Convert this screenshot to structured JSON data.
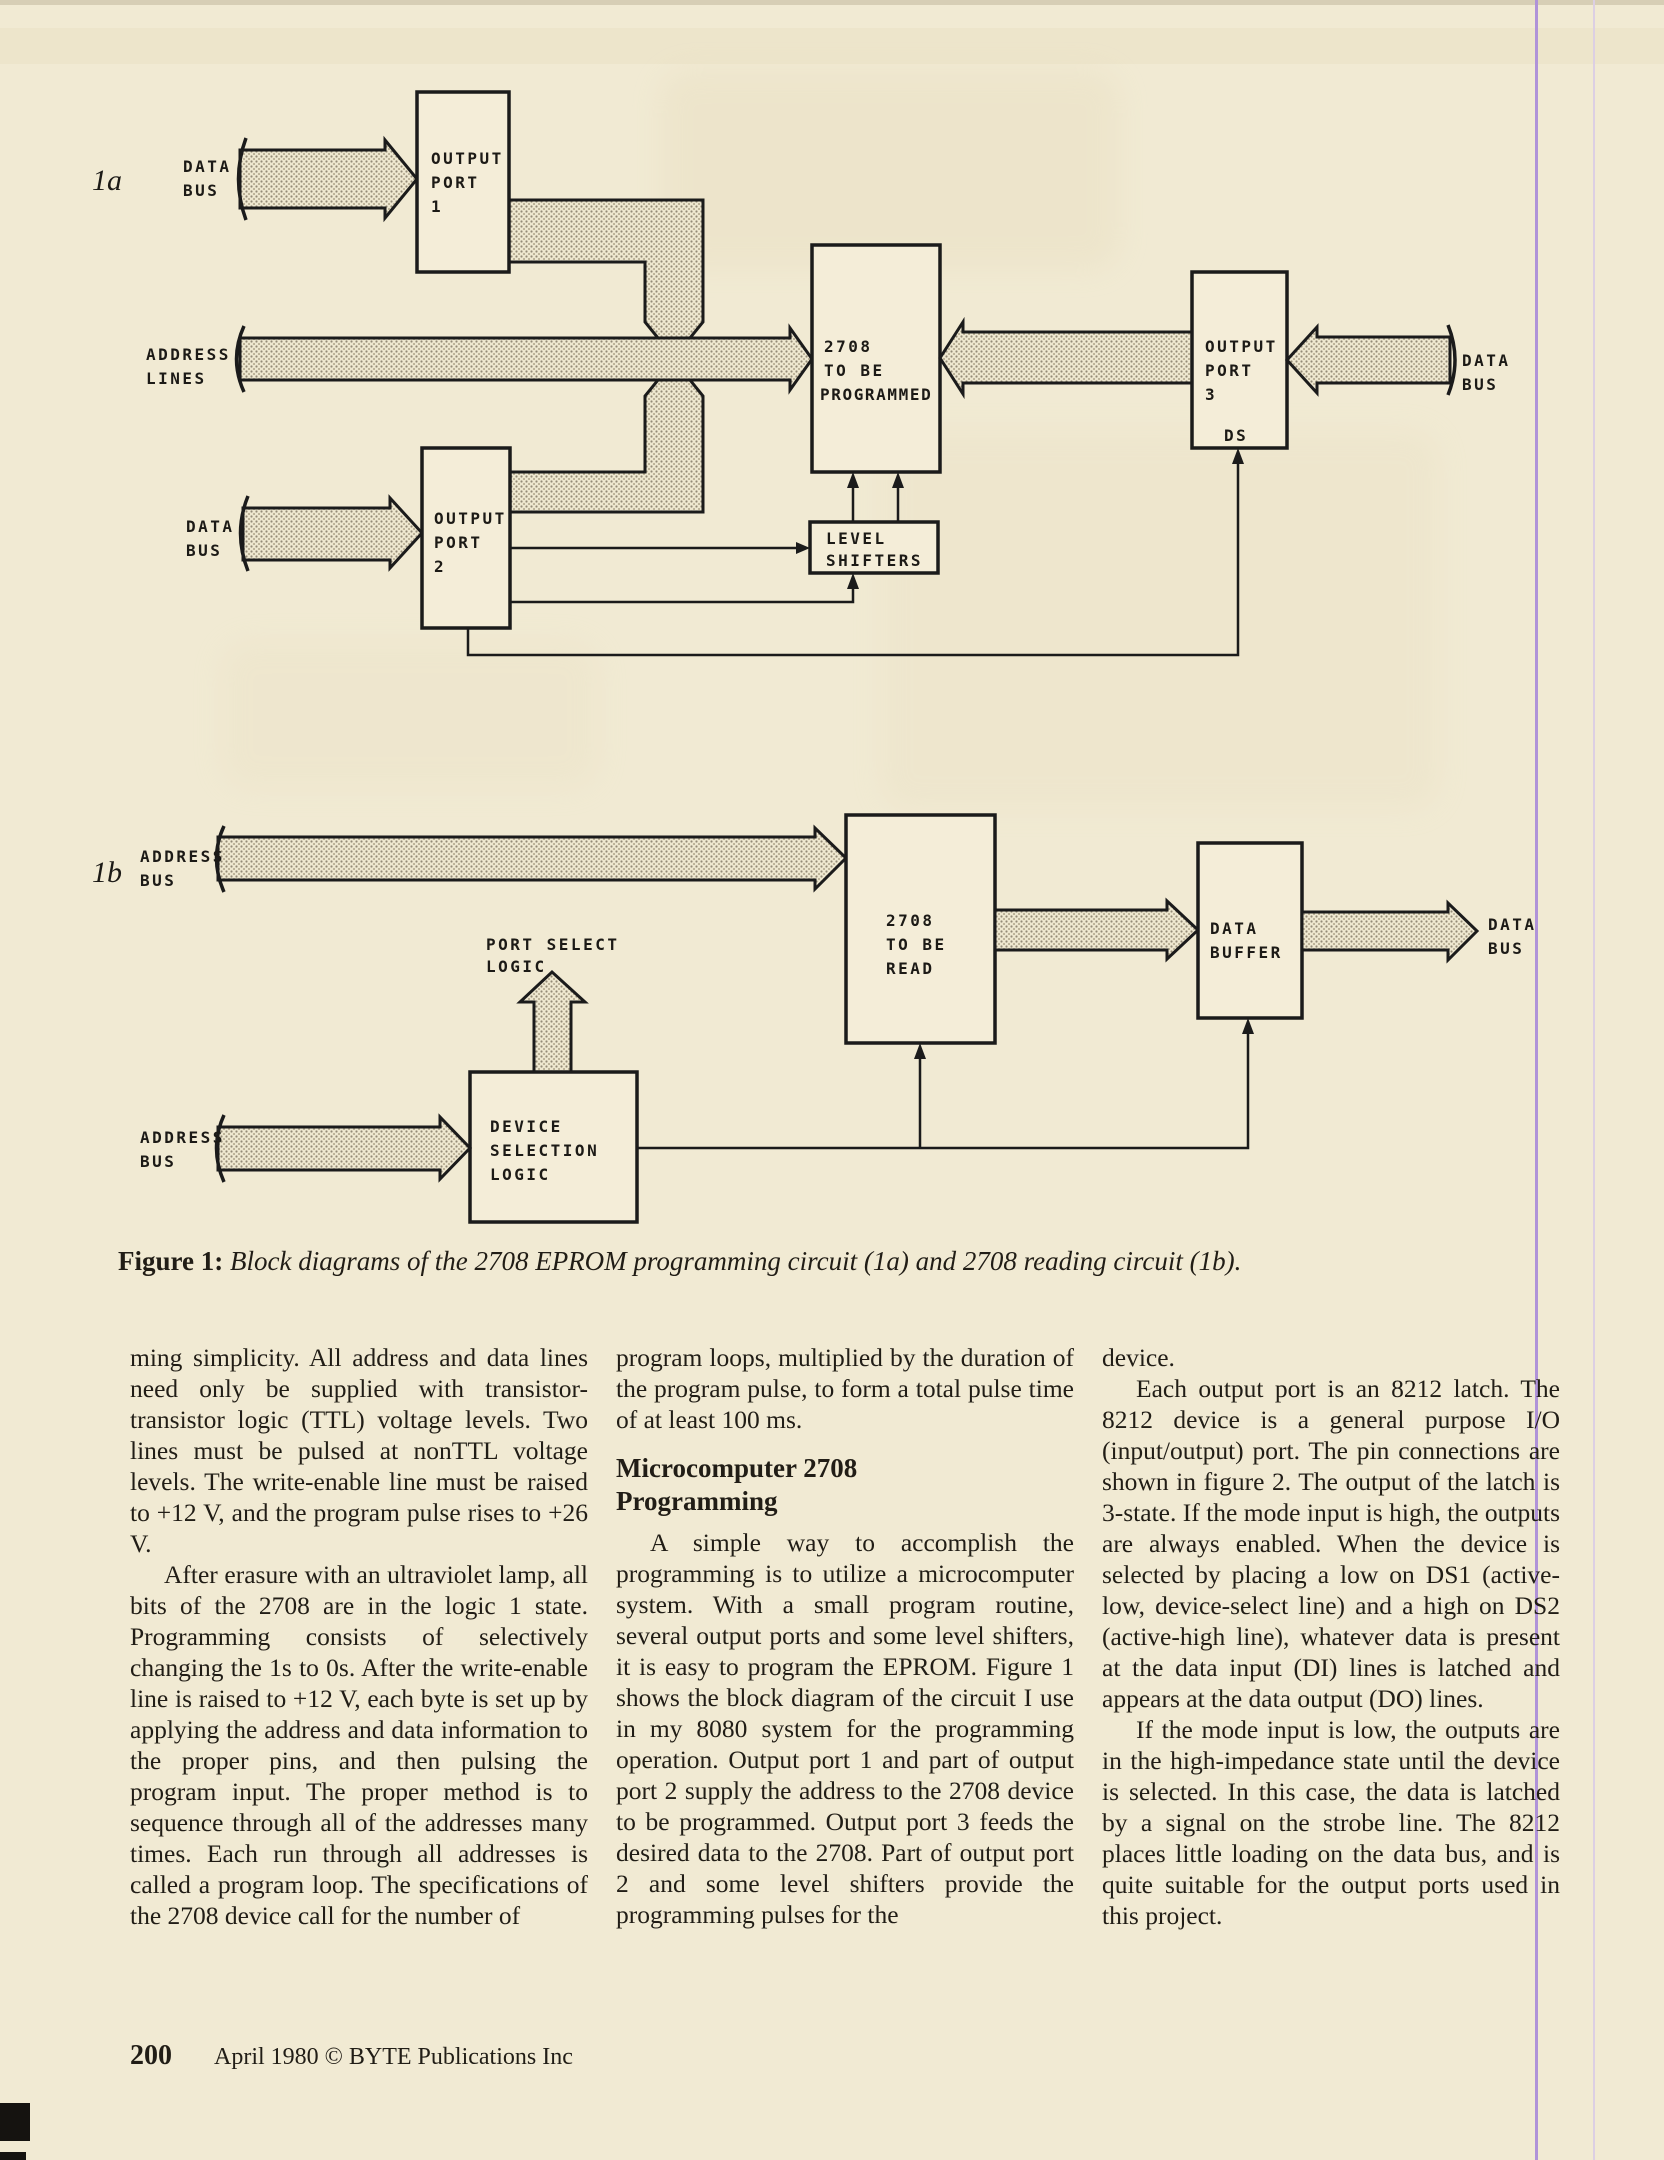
{
  "caption": {
    "label": "Figure 1:",
    "text": "Block diagrams of the 2708 EPROM programming circuit (1a) and 2708 reading circuit (1b)."
  },
  "d1a": {
    "label": "1a",
    "op1": [
      "OUTPUT",
      "PORT",
      "1"
    ],
    "eprom": [
      "2708",
      "TO BE",
      "PROGRAMMED"
    ],
    "op3": [
      "OUTPUT",
      "PORT",
      "3"
    ],
    "ds": "DS",
    "op2": [
      "OUTPUT",
      "PORT",
      "2"
    ],
    "ls": [
      "LEVEL",
      "SHIFTERS"
    ],
    "data_bus_top": [
      "DATA",
      "BUS"
    ],
    "address_lines": [
      "ADDRESS",
      "LINES"
    ],
    "data_bus_mid": [
      "DATA",
      "BUS"
    ],
    "data_bus_right": [
      "DATA",
      "BUS"
    ]
  },
  "d1b": {
    "label": "1b",
    "address_bus_top": [
      "ADDRESS",
      "BUS"
    ],
    "psl": [
      "PORT SELECT",
      "LOGIC"
    ],
    "eprom_read": [
      "2708",
      "TO BE",
      "READ"
    ],
    "dsl": [
      "DEVICE",
      "SELECTION",
      "LOGIC"
    ],
    "address_bus_bottom": [
      "ADDRESS",
      "BUS"
    ],
    "data_buffer": [
      "DATA",
      "BUFFER"
    ],
    "data_bus_right": [
      "DATA",
      "BUS"
    ]
  },
  "article": {
    "columns": [
      {
        "blocks": [
          {
            "type": "p",
            "indent": false,
            "text": "ming simplicity. All address and data lines need only be supplied with transistor-transistor logic (TTL) voltage levels. Two lines must be pulsed at nonTTL voltage levels. The write-enable line must be raised to +12 V, and the program pulse rises to +26 V."
          },
          {
            "type": "p",
            "indent": true,
            "text": "After erasure with an ultraviolet lamp, all bits of the 2708 are in the logic 1 state. Programming consists of selectively changing the 1s to 0s. After the write-enable line is raised to +12 V, each byte is set up by applying the address and data information to the proper pins, and then pulsing the program input. The proper method is to sequence through all of the addresses many times. Each run through all addresses is called a program loop. The specifications of the 2708 device call for the number of"
          }
        ]
      },
      {
        "blocks": [
          {
            "type": "p",
            "indent": false,
            "text": "program loops, multiplied by the duration of the program pulse, to form a total pulse time of at least 100 ms."
          },
          {
            "type": "h",
            "text": "Microcomputer 2708\nProgramming"
          },
          {
            "type": "p",
            "indent": true,
            "text": "A simple way to accomplish the programming is to utilize a microcomputer system. With a small program routine, several output ports and some level shifters, it is easy to program the EPROM. Figure 1 shows the block diagram of the circuit I use in my 8080 system for the programming operation. Output port 1 and part of output port 2 supply the address to the 2708 device to be programmed. Output port 3 feeds the desired data to the 2708. Part of output port 2 and some level shifters provide the programming pulses for the"
          }
        ]
      },
      {
        "blocks": [
          {
            "type": "p",
            "indent": false,
            "text": "device."
          },
          {
            "type": "p",
            "indent": true,
            "text": "Each output port is an 8212 latch. The 8212 device is a general purpose I/O (input/output) port. The pin connections are shown in figure 2. The output of the latch is 3-state. If the mode input is high, the outputs are always enabled. When the device is selected by placing a low on DS1 (active-low, device-select line) and a high on DS2 (active-high line), whatever data is present at the data input (DI) lines is latched and appears at the data output (DO) lines."
          },
          {
            "type": "p",
            "indent": true,
            "text": "If the mode input is low, the outputs are in the high-impedance state until the device is selected. In this case, the data is latched by a signal on the strobe line. The 8212 places little loading on the data bus, and is quite suitable for the output ports used in this project."
          }
        ]
      }
    ]
  },
  "footer": {
    "page": "200",
    "text": "April 1980 © BYTE Publications Inc"
  }
}
